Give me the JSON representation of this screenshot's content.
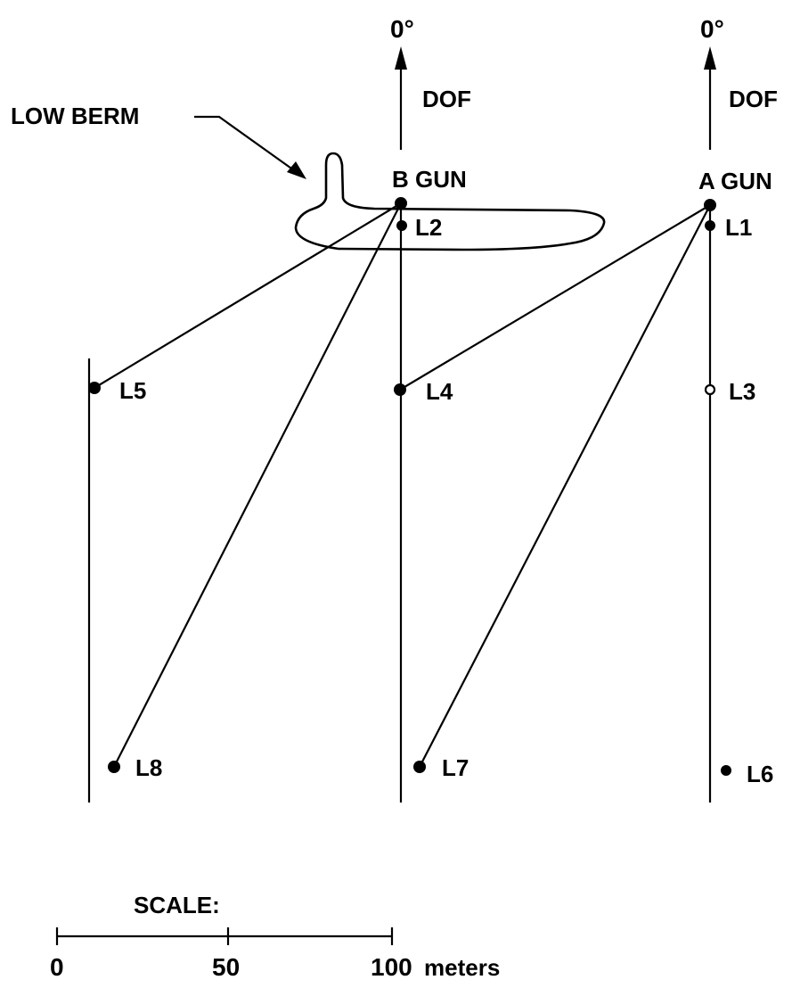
{
  "north_b": {
    "degree": "0°",
    "label": "DOF"
  },
  "north_a": {
    "degree": "0°",
    "label": "DOF"
  },
  "berm_label": "LOW BERM",
  "guns": {
    "b": "B GUN",
    "a": "A GUN"
  },
  "points": {
    "l1": "L1",
    "l2": "L2",
    "l3": "L3",
    "l4": "L4",
    "l5": "L5",
    "l6": "L6",
    "l7": "L7",
    "l8": "L8"
  },
  "scale": {
    "title": "SCALE:",
    "ticks": [
      "0",
      "50",
      "100"
    ],
    "unit": "meters"
  },
  "colors": {
    "ink": "#000000",
    "paper": "#ffffff"
  }
}
